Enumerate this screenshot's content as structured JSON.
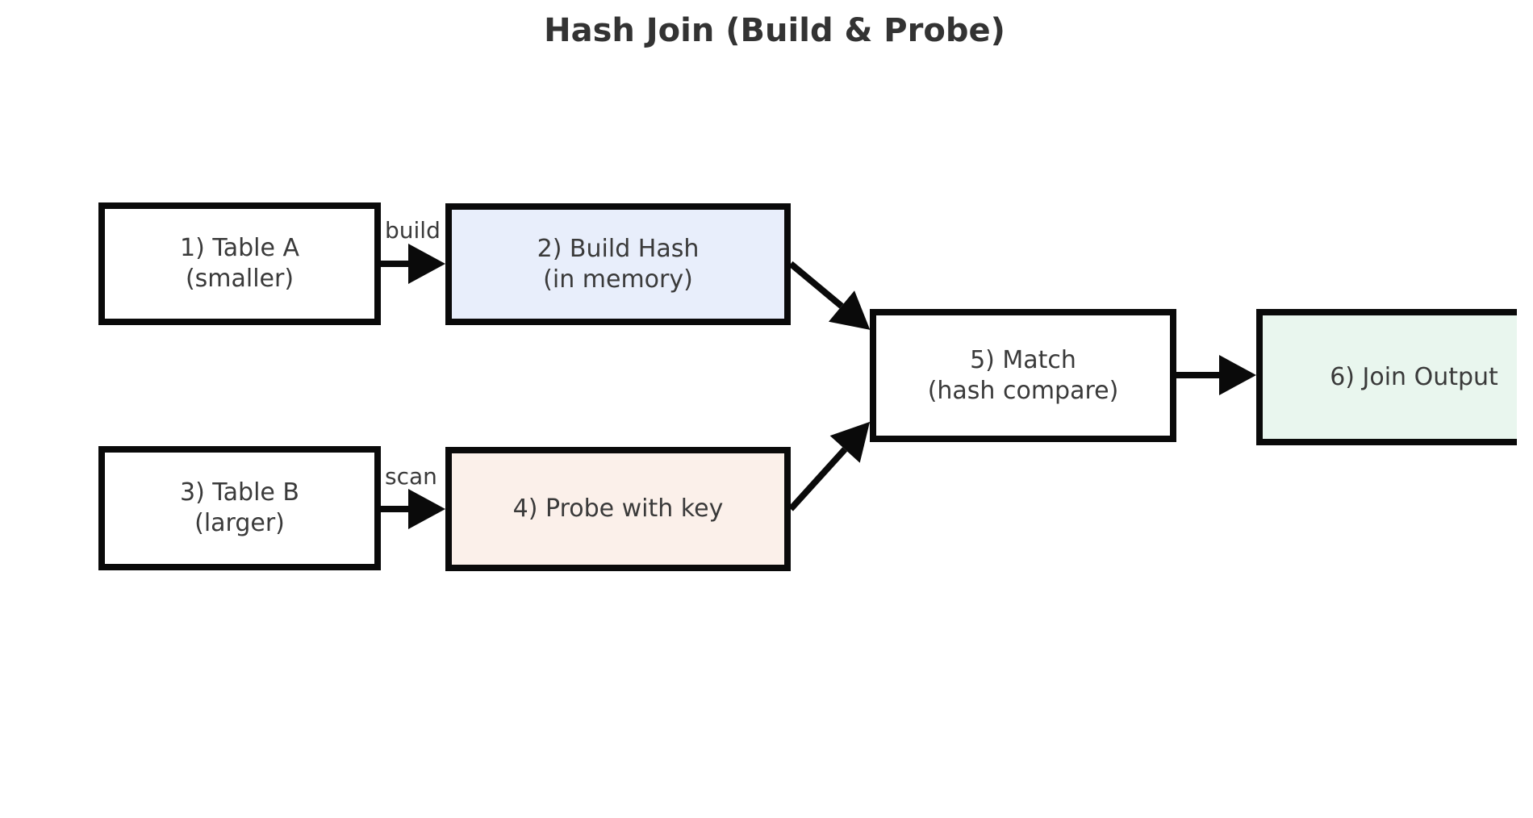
{
  "title": "Hash Join (Build & Probe)",
  "diagram": {
    "type": "flowchart",
    "nodes": [
      {
        "id": "table-a",
        "line1": "1) Table A",
        "line2": "(smaller)",
        "fill": "#ffffff"
      },
      {
        "id": "build-hash",
        "line1": "2) Build Hash",
        "line2": "(in memory)",
        "fill": "#e8eefb"
      },
      {
        "id": "table-b",
        "line1": "3) Table B",
        "line2": "(larger)",
        "fill": "#ffffff"
      },
      {
        "id": "probe",
        "line1": "4) Probe with key",
        "line2": "",
        "fill": "#fbf0ea"
      },
      {
        "id": "match",
        "line1": "5) Match",
        "line2": "(hash compare)",
        "fill": "#ffffff"
      },
      {
        "id": "join-output",
        "line1": "6) Join Output",
        "line2": "",
        "fill": "#e9f6ee"
      }
    ],
    "edges": [
      {
        "from": "table-a",
        "to": "build-hash",
        "label": "build"
      },
      {
        "from": "table-b",
        "to": "probe",
        "label": "scan"
      },
      {
        "from": "build-hash",
        "to": "match",
        "label": ""
      },
      {
        "from": "probe",
        "to": "match",
        "label": ""
      },
      {
        "from": "match",
        "to": "join-output",
        "label": ""
      }
    ]
  },
  "colors": {
    "background": "#ffffff",
    "stroke": "#0a0a0a",
    "title_text": "#333333",
    "node_text": "#3a3a3a",
    "build_hash_fill": "#e8eefb",
    "probe_fill": "#fbf0ea",
    "join_output_fill": "#e9f6ee"
  }
}
